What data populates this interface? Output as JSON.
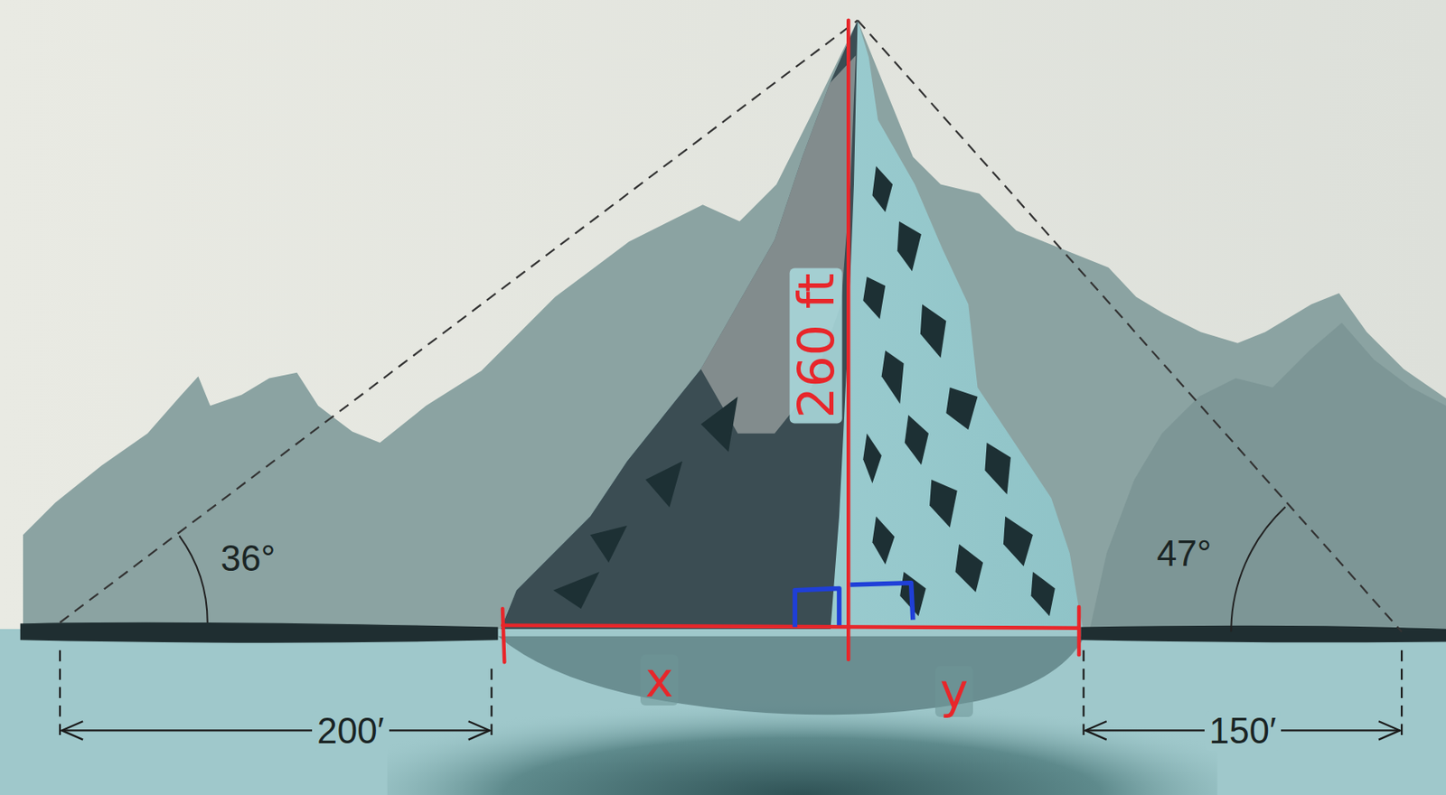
{
  "diagram": {
    "labels": [
      "260 ft",
      "36°",
      "47°",
      "x",
      "y",
      "200′",
      "150′"
    ]
  }
}
